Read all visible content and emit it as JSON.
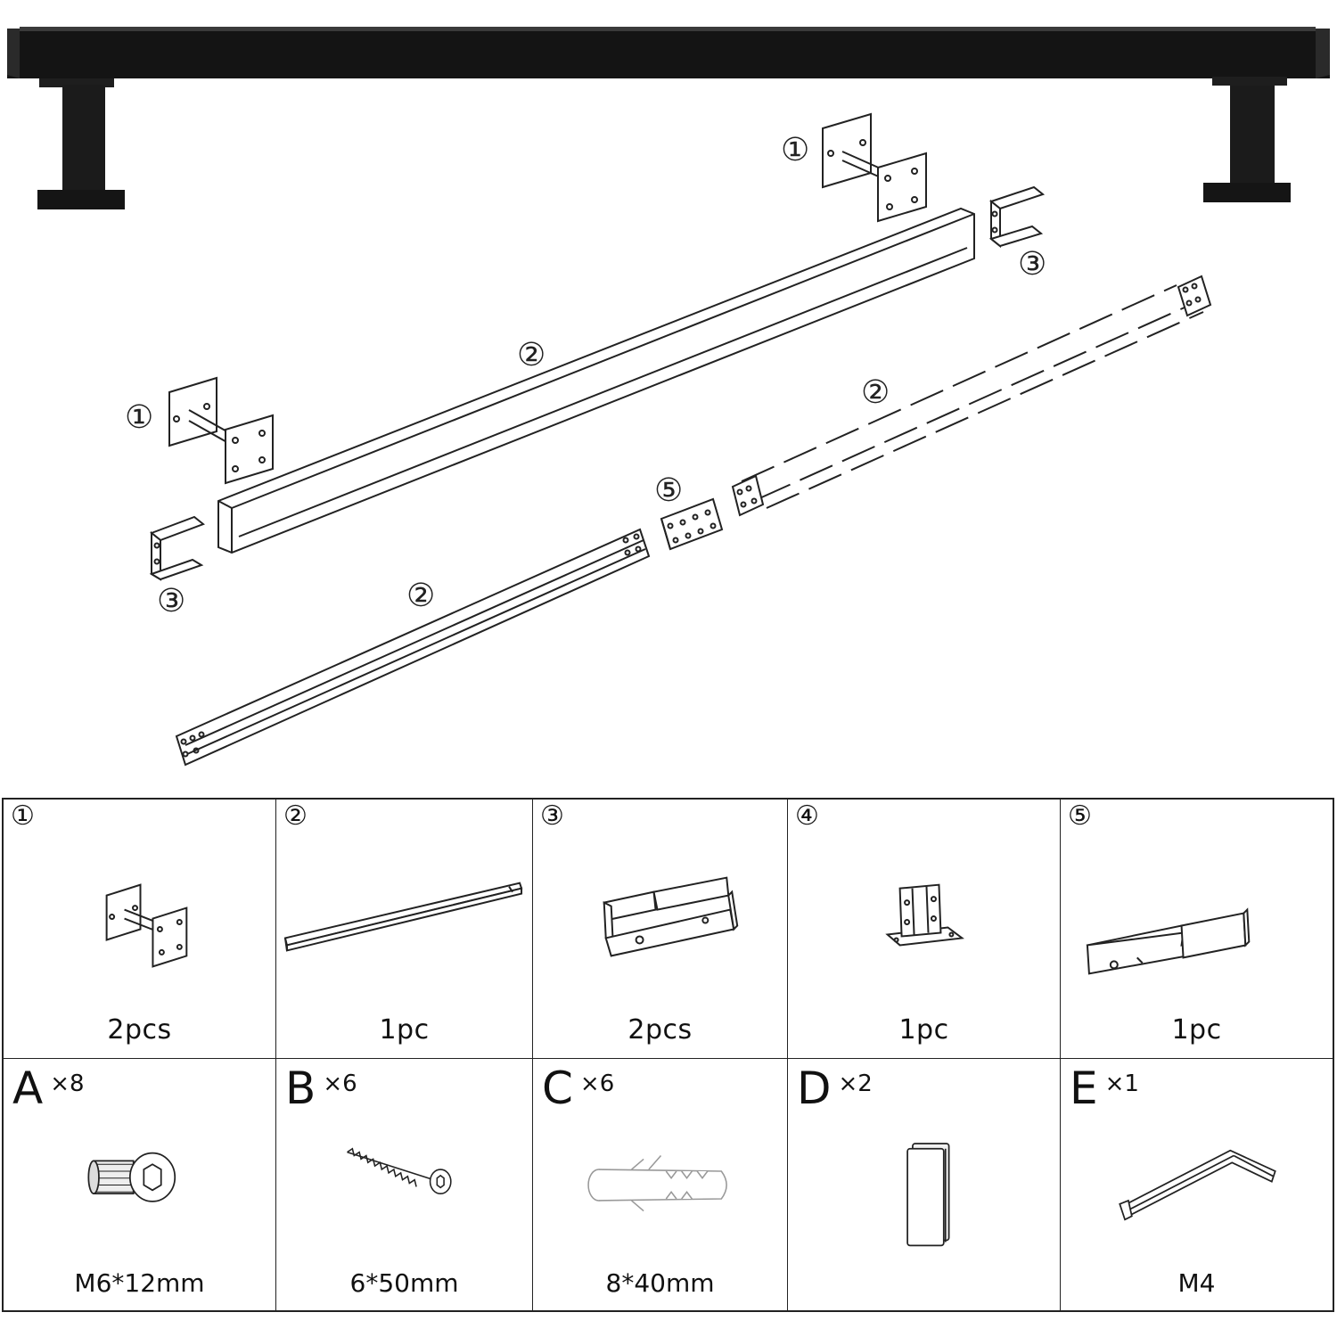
{
  "diagram": {
    "callouts": {
      "bracket_top": "①",
      "bracket_left": "①",
      "rail_top": "②",
      "rail_dashed": "②",
      "rail_bottom": "②",
      "endcap_right": "③",
      "endcap_left": "③",
      "connector": "⑤"
    }
  },
  "parts": [
    {
      "num": "①",
      "qty": "2pcs",
      "icon": "wall-bracket-icon"
    },
    {
      "num": "②",
      "qty": "1pc",
      "icon": "rail-channel-icon"
    },
    {
      "num": "③",
      "qty": "2pcs",
      "icon": "end-cap-icon"
    },
    {
      "num": "④",
      "qty": "1pc",
      "icon": "post-base-icon"
    },
    {
      "num": "⑤",
      "qty": "1pc",
      "icon": "splice-connector-icon"
    }
  ],
  "hardware": [
    {
      "letter": "A",
      "mult": "×8",
      "spec": "M6*12mm",
      "icon": "hex-socket-bolt-icon"
    },
    {
      "letter": "B",
      "mult": "×6",
      "spec": "6*50mm",
      "icon": "wood-screw-icon"
    },
    {
      "letter": "C",
      "mult": "×6",
      "spec": "8*40mm",
      "icon": "wall-anchor-icon"
    },
    {
      "letter": "D",
      "mult": "×2",
      "spec": "",
      "icon": "end-plug-icon"
    },
    {
      "letter": "E",
      "mult": "×1",
      "spec": "M4",
      "icon": "allen-key-icon"
    }
  ],
  "colors": {
    "rail": "#141414",
    "line": "#222222",
    "background": "#ffffff"
  }
}
